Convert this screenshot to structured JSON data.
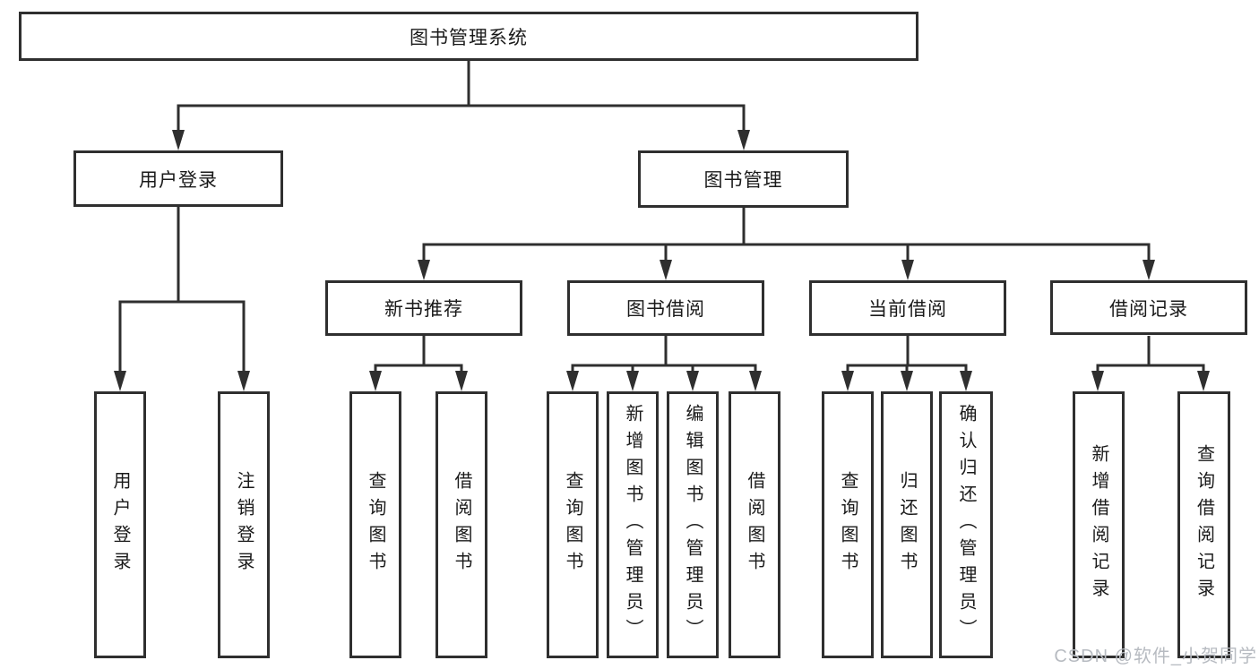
{
  "diagram": {
    "nodes": {
      "root": "图书管理系统",
      "user_login": "用户登录",
      "book_mgmt": "图书管理",
      "new_book_rec": "新书推荐",
      "book_borrow": "图书借阅",
      "current_borrow": "当前借阅",
      "borrow_record": "借阅记录",
      "leaf_user_login": "用户登录",
      "leaf_logout": "注销登录",
      "leaf_nb_query": "查询图书",
      "leaf_nb_borrow": "借阅图书",
      "leaf_bb_query": "查询图书",
      "leaf_bb_add": "新增图书（管理员）",
      "leaf_bb_edit": "编辑图书（管理员）",
      "leaf_bb_borrow": "借阅图书",
      "leaf_cb_query": "查询图书",
      "leaf_cb_return": "归还图书",
      "leaf_cb_confirm": "确认归还（管理员）",
      "leaf_br_add": "新增借阅记录",
      "leaf_br_query": "查询借阅记录"
    },
    "colors": {
      "line": "#2f2f2f",
      "text": "#1a1a1a",
      "watermark": "#b7bbc1",
      "background": "#ffffff"
    }
  },
  "watermark": {
    "text": "CSDN @软件_小贺同学"
  }
}
